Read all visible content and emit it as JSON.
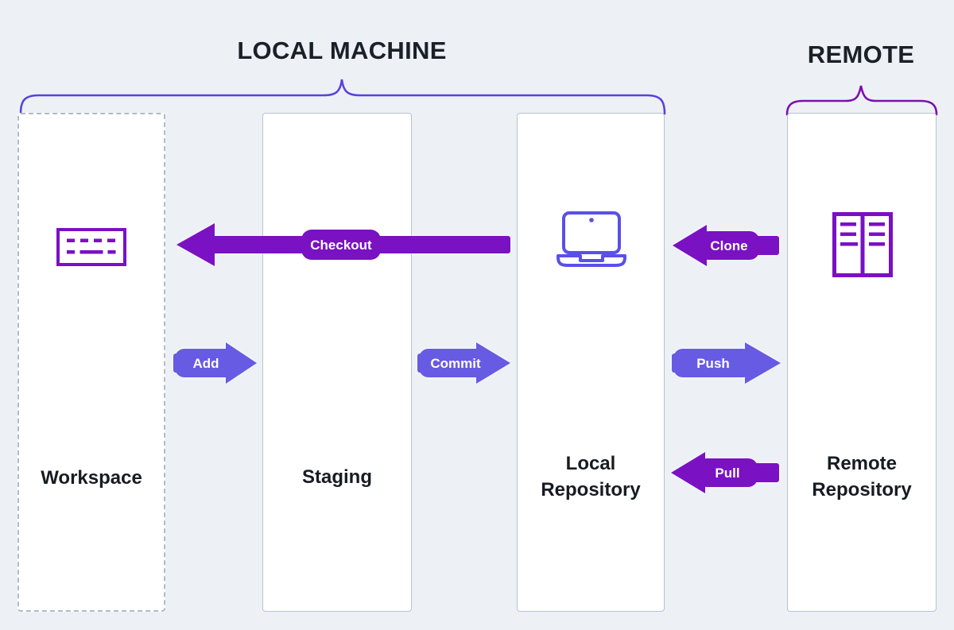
{
  "diagram": "git-workflow",
  "groups": [
    {
      "title": "LOCAL MACHINE",
      "brace_color": "#5544dc",
      "spans": [
        "workspace",
        "staging",
        "local-repository"
      ]
    },
    {
      "title": "REMOTE",
      "brace_color": "#7c0fae",
      "spans": [
        "remote-repository"
      ]
    }
  ],
  "columns": [
    {
      "id": "workspace",
      "label": "Workspace",
      "icon": "keyboard-icon",
      "border": "dashed"
    },
    {
      "id": "staging",
      "label": "Staging",
      "icon": null,
      "border": "solid"
    },
    {
      "id": "local-repository",
      "label_lines": [
        "Local",
        "Repository"
      ],
      "icon": "laptop-icon",
      "border": "solid"
    },
    {
      "id": "remote-repository",
      "label_lines": [
        "Remote",
        "Repository"
      ],
      "icon": "repository-icon",
      "border": "solid"
    }
  ],
  "arrows": [
    {
      "id": "checkout",
      "label": "Checkout",
      "direction": "left",
      "from": "local-repository",
      "to": "workspace",
      "color": "#7a11c3"
    },
    {
      "id": "add",
      "label": "Add",
      "direction": "right",
      "from": "workspace",
      "to": "staging",
      "color": "#675ae3"
    },
    {
      "id": "commit",
      "label": "Commit",
      "direction": "right",
      "from": "staging",
      "to": "local-repository",
      "color": "#675ae3"
    },
    {
      "id": "clone",
      "label": "Clone",
      "direction": "left",
      "from": "remote-repository",
      "to": "local-repository",
      "color": "#7a11c3"
    },
    {
      "id": "push",
      "label": "Push",
      "direction": "right",
      "from": "local-repository",
      "to": "remote-repository",
      "color": "#675ae3"
    },
    {
      "id": "pull",
      "label": "Pull",
      "direction": "left",
      "from": "remote-repository",
      "to": "local-repository",
      "color": "#7a11c3"
    }
  ],
  "colors": {
    "background": "#edf1f6",
    "box_fill": "#ffffff",
    "box_border": "#b7c2d1",
    "dashed_border": "#b2bcc8",
    "dark_arrow": "#7a11c3",
    "light_arrow": "#675ae3",
    "keyboard_icon": "#7a10c4",
    "laptop_icon": "#5a4feb",
    "repository_icon": "#7a10c4",
    "local_brace": "#5544dc",
    "remote_brace": "#7c0fae",
    "title_text": "#1a2027",
    "label_text": "#171c22",
    "arrow_label_text": "#ffffff"
  }
}
